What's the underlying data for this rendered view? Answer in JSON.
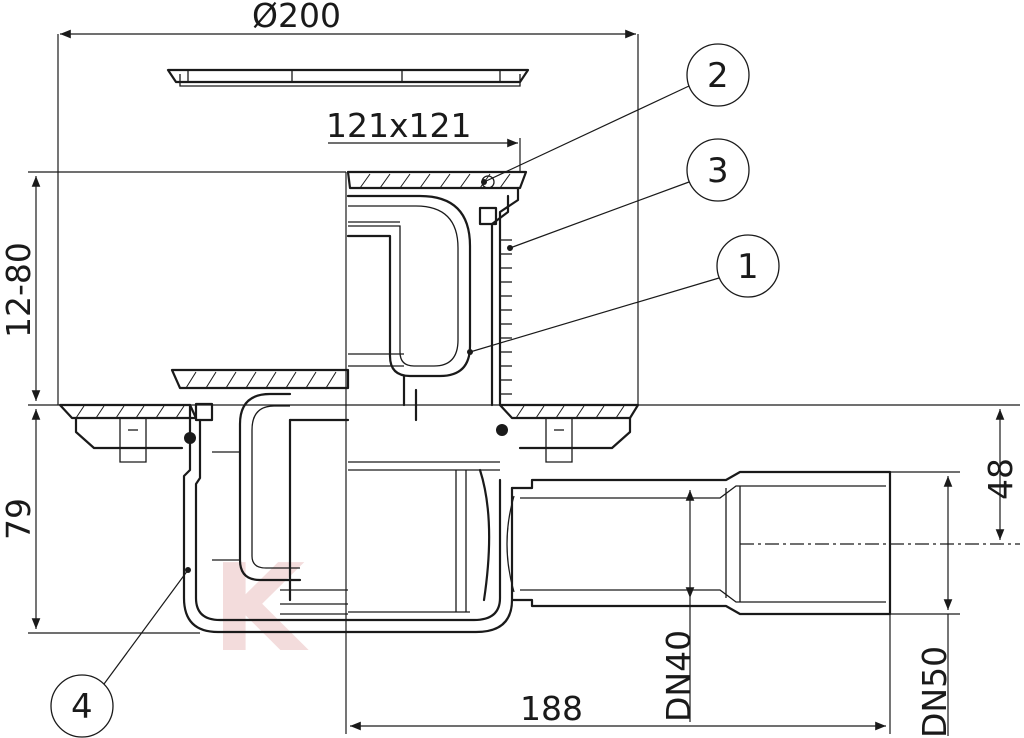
{
  "dimensions": {
    "diameter_top": "Ø200",
    "grate_size": "121x121",
    "height_range": "12-80",
    "height_body": "79",
    "outlet_height": "48",
    "length_outlet": "188",
    "outlet_inner": "DN40",
    "outlet_outer": "DN50"
  },
  "callouts": [
    "1",
    "2",
    "3",
    "4"
  ],
  "watermark": "K"
}
